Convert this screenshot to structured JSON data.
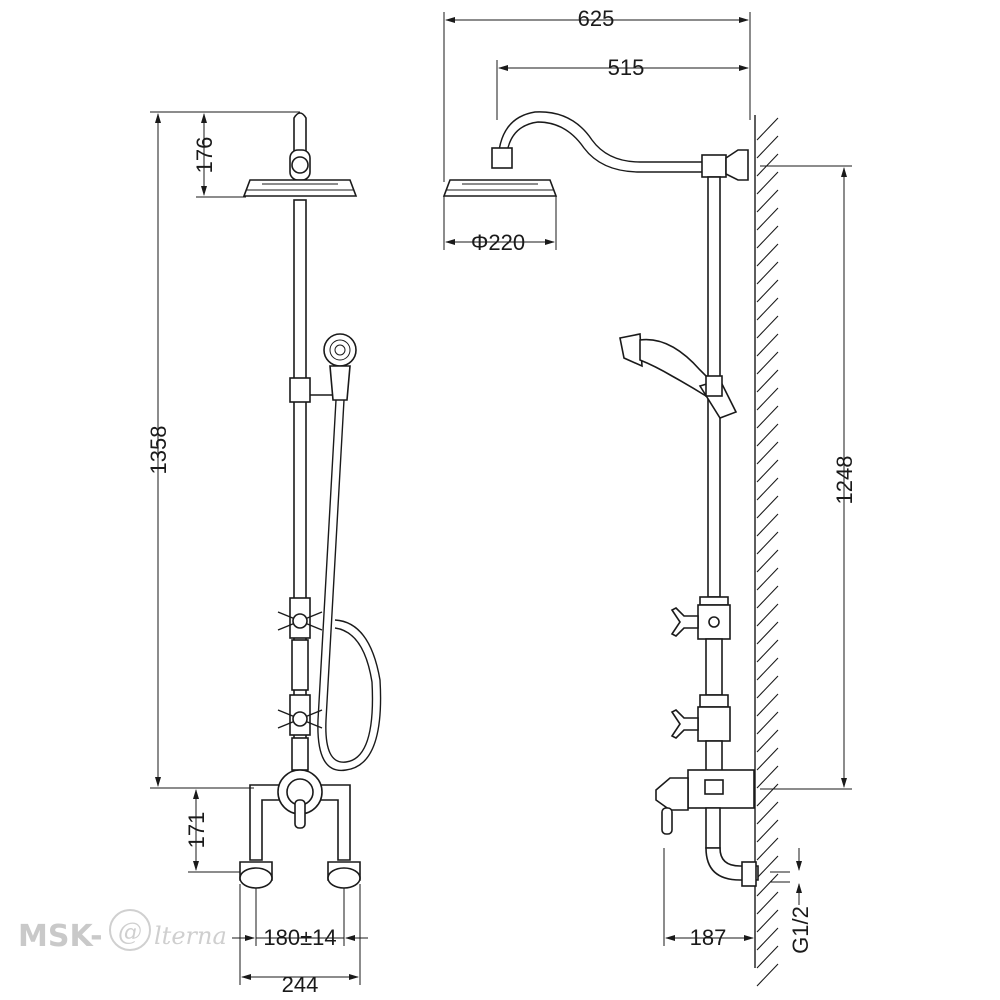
{
  "dimensions": {
    "width_total": "625",
    "arm_reach": "515",
    "head_diameter": "Φ220",
    "head_height": "176",
    "total_height": "1358",
    "rail_height": "1248",
    "mixer_height": "171",
    "inlet_spacing": "180±14",
    "mixer_width": "244",
    "wall_depth": "187",
    "thread": "G1/2"
  },
  "watermark": {
    "brand": "MSK-",
    "at_symbol": "@",
    "suffix": "lterna"
  }
}
